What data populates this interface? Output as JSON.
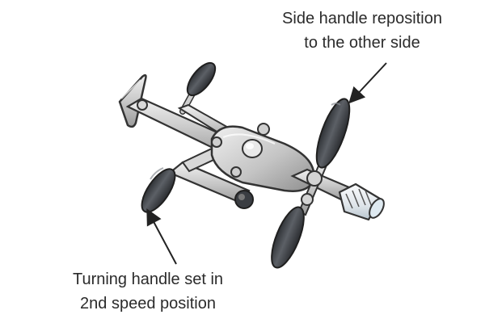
{
  "labels": {
    "side_handle_line1": "Side handle reposition",
    "side_handle_line2": "to the other side",
    "turning_handle_line1": "Turning handle set in",
    "turning_handle_line2": "2nd speed position"
  },
  "colors": {
    "metal_light": "#e4e4e4",
    "metal_mid": "#bdbdbd",
    "metal_dark": "#8c8c8c",
    "outline": "#333333",
    "grip": "#3c3f44",
    "grip_highlight": "#6a6e74",
    "chuck_light": "#f2f4f6",
    "chuck_tip": "#cfe0ea"
  }
}
